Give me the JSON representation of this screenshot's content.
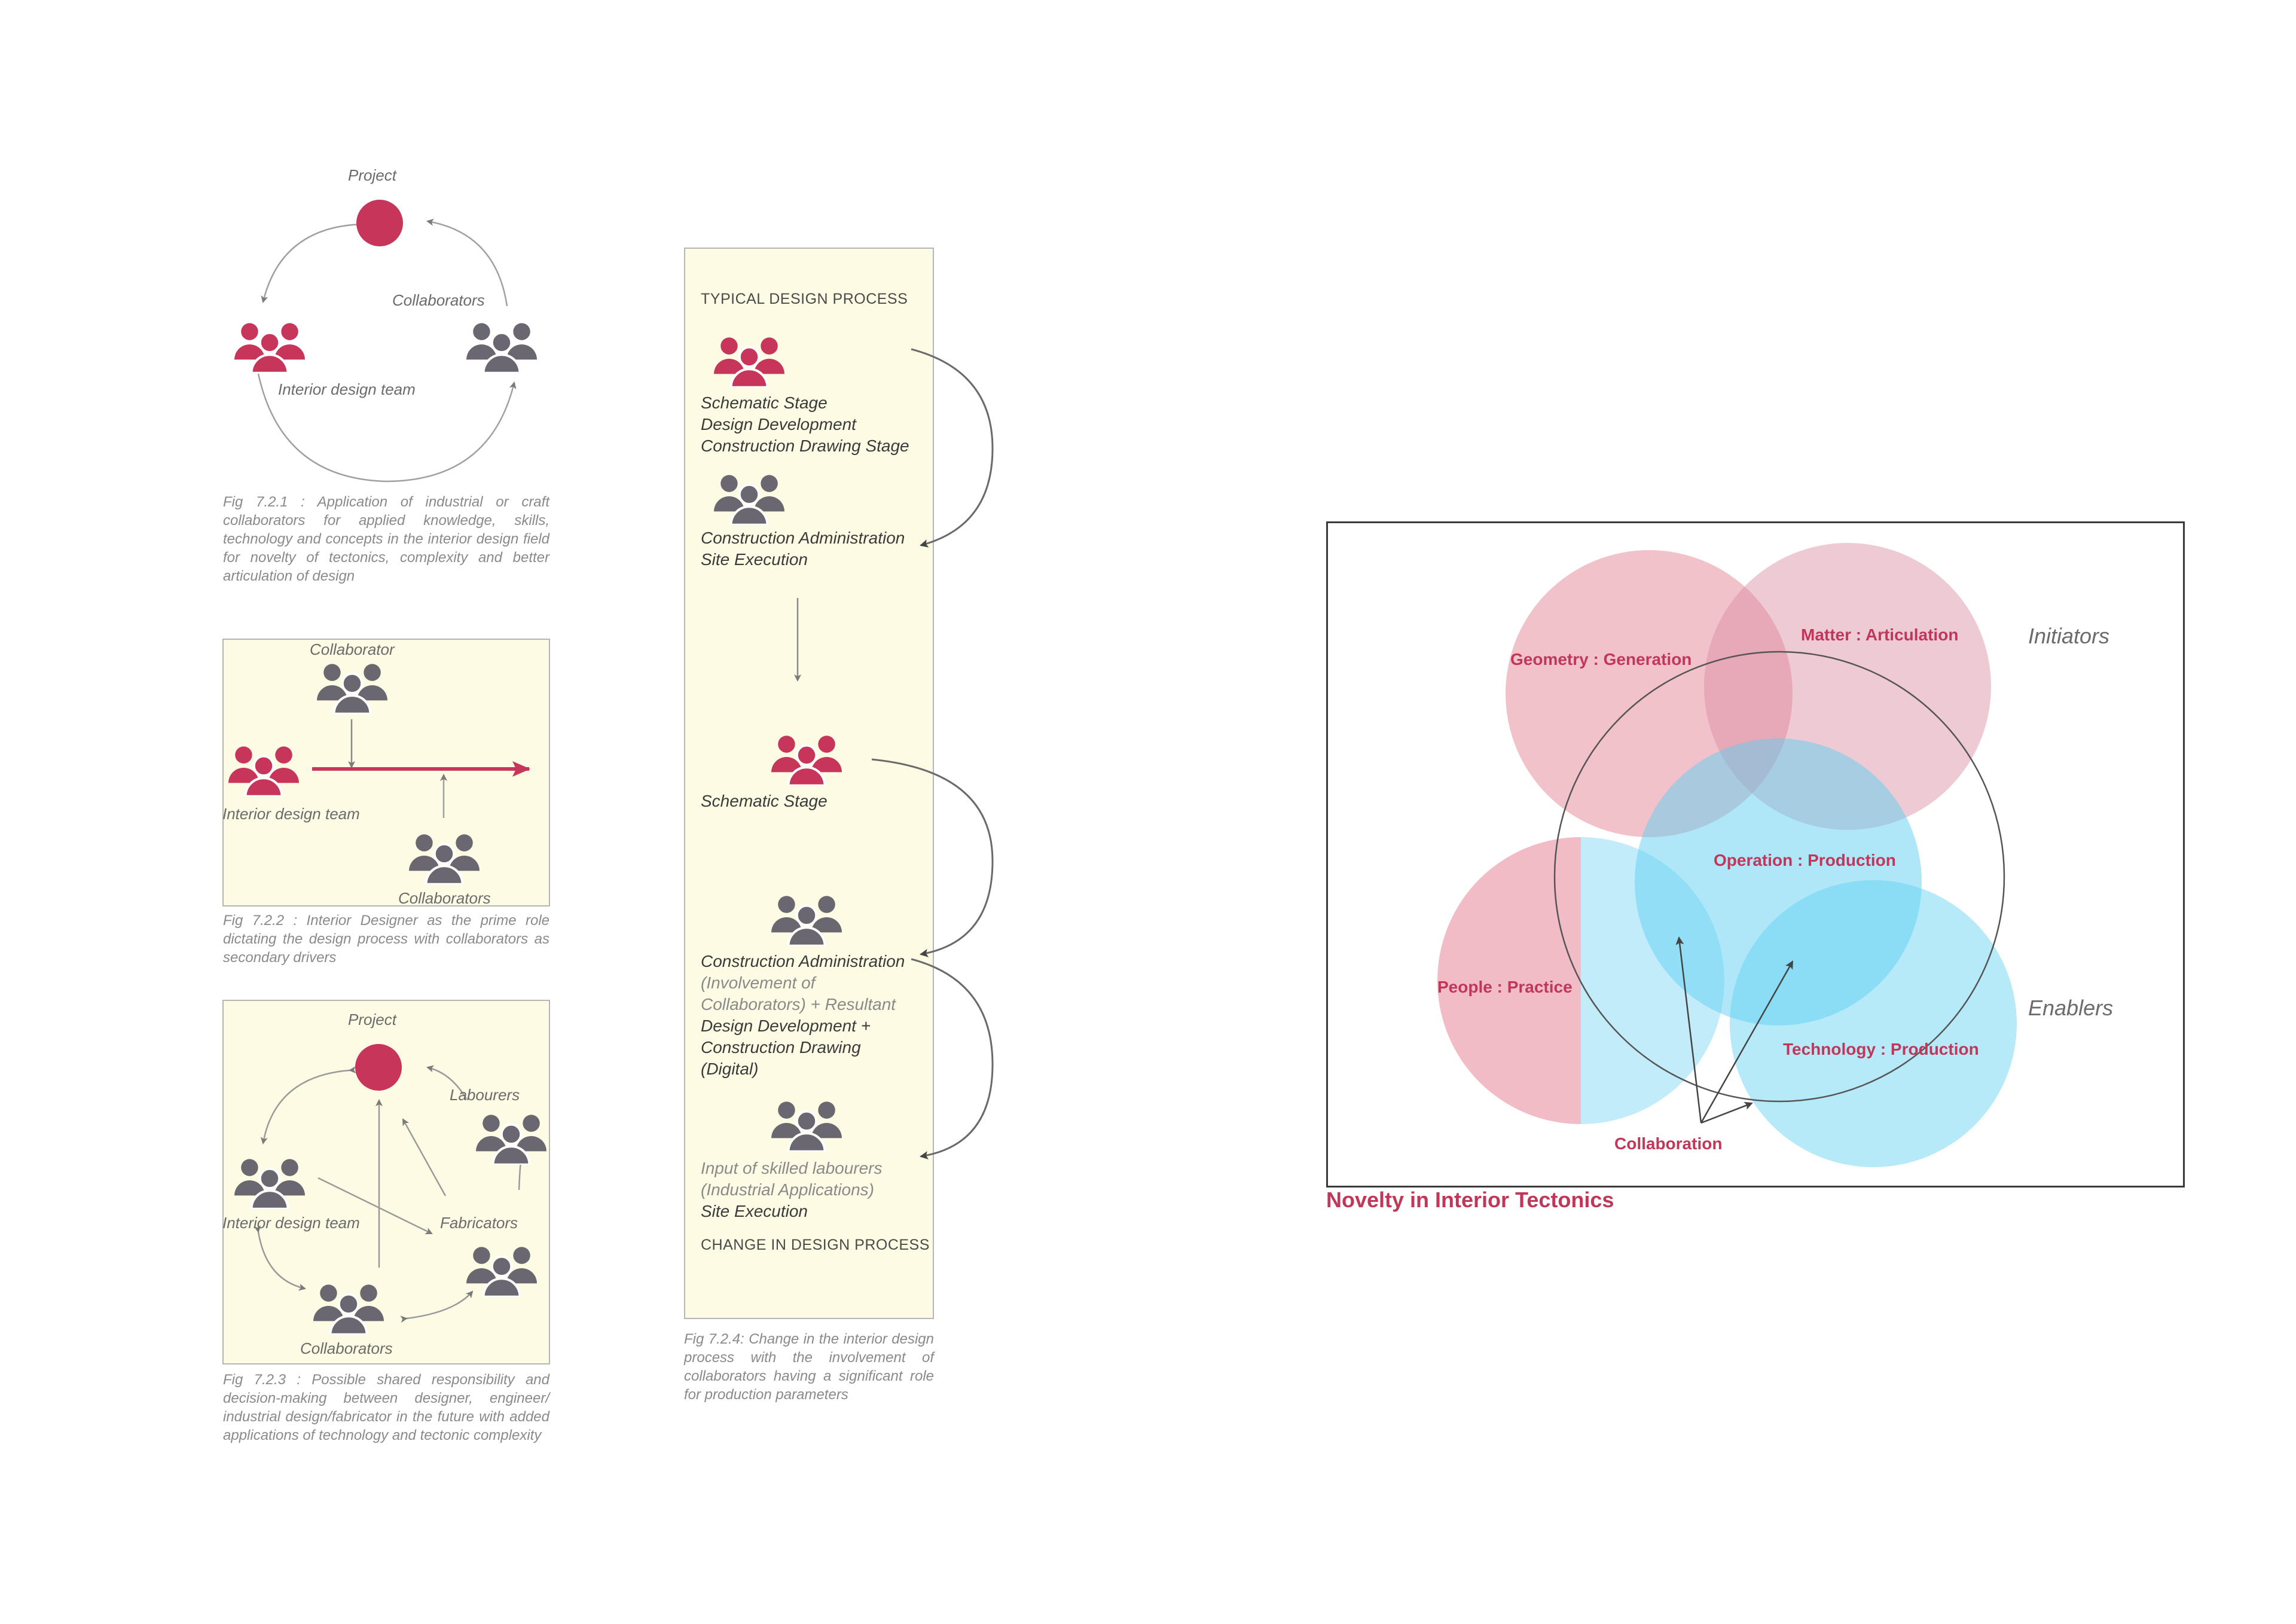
{
  "colors": {
    "accent": "#c7355a",
    "people_gray": "#6a6770",
    "box_fill": "#fdfbe3",
    "pink": "#e8909f",
    "blue": "#5fd0f2"
  },
  "fig1": {
    "project": "Project",
    "collaborators": "Collaborators",
    "team": "Interior design team",
    "caption": "Fig 7.2.1 : Application of industrial or craft collaborators for applied knowledge, skills, technology and concepts in the interior design field for novelty of tectonics, complexity and better articulation of design"
  },
  "fig2": {
    "collaborator": "Collaborator",
    "team": "Interior design team",
    "collaborators": "Collaborators",
    "caption": "Fig 7.2.2 : Interior Designer as the prime role dictating the design process with collaborators as secondary drivers"
  },
  "fig3": {
    "project": "Project",
    "labourers": "Labourers",
    "team": "Interior design team",
    "fabricators": "Fabricators",
    "collaborators": "Collaborators",
    "caption": "Fig 7.2.3 : Possible shared responsibility and decision-making between designer, engineer/ industrial design/fabricator in the future with added applications of technology and tectonic complexity"
  },
  "fig4": {
    "heading_top": "TYPICAL DESIGN PROCESS",
    "typical_stages": [
      "Schematic Stage",
      "Design Development",
      "Construction Drawing Stage"
    ],
    "typical_collab": [
      "Construction Administration",
      "Site Execution"
    ],
    "change_stage": "Schematic Stage",
    "change_collab_line1": "Construction Administration",
    "change_collab_gray": [
      "(Involvement of",
      "Collaborators) + Resultant"
    ],
    "change_collab_dark": [
      "Design Development +",
      "Construction Drawing",
      "(Digital)"
    ],
    "labour_gray": [
      "Input of skilled labourers",
      "(Industrial Applications)"
    ],
    "labour_dark": "Site Execution",
    "heading_bottom": "CHANGE IN DESIGN PROCESS",
    "caption": "Fig 7.2.4: Change in the interior design process with the involvement of collaborators having a significant role for production parameters"
  },
  "venn": {
    "title": "Novelty in Interior Tectonics",
    "initiators": "Initiators",
    "enablers": "Enablers",
    "geometry": "Geometry : Generation",
    "matter": "Matter : Articulation",
    "operation": "Operation : Production",
    "people": "People : Practice",
    "technology": "Technology : Production",
    "collaboration": "Collaboration"
  }
}
